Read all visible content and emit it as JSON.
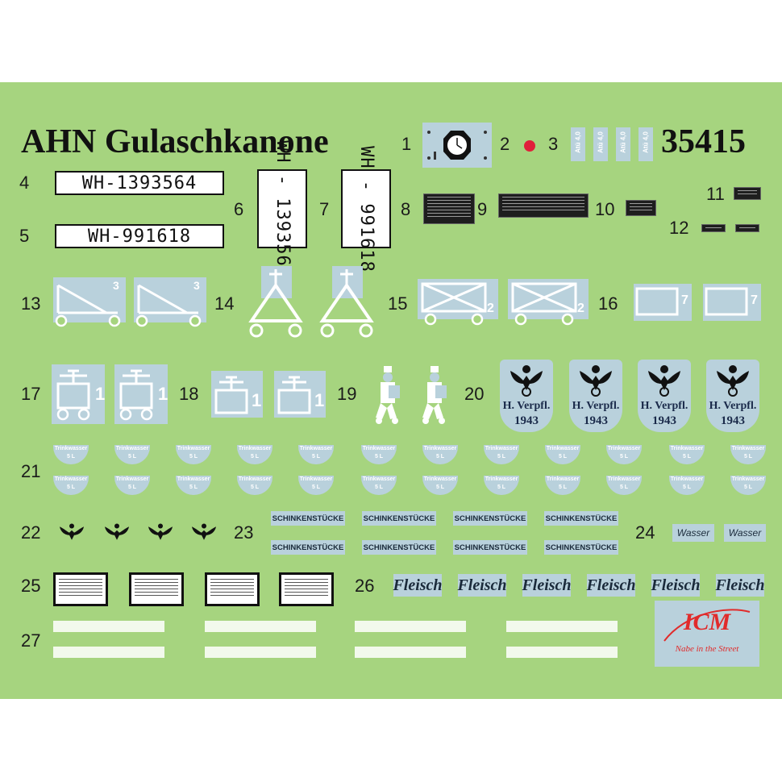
{
  "title": "AHN Gulaschkanone",
  "code": "35415",
  "labels": [
    "1",
    "2",
    "3",
    "4",
    "5",
    "6",
    "7",
    "8",
    "9",
    "10",
    "11",
    "12",
    "13",
    "14",
    "15",
    "16",
    "17",
    "18",
    "19",
    "20",
    "21",
    "22",
    "23",
    "24",
    "25",
    "26",
    "27"
  ],
  "plates": {
    "p4": "WH-1393564",
    "p5": "WH-991618",
    "p6": "WH - 1393564",
    "p7": "WH - 991618"
  },
  "atue": "Atü 4,0",
  "trink": {
    "line1": "Trinkwasser",
    "line2": "5 L"
  },
  "schinken": "SCHINKENSTÜCKE",
  "wasser": "Wasser",
  "fleisch": "Fleisch",
  "verpfl": {
    "line1": "H. Verpfl.",
    "line2": "1943"
  },
  "digits": {
    "d3": "3",
    "d2": "2",
    "d7": "7",
    "d1": "1"
  },
  "brand": {
    "name": "ICM",
    "slogan": "Nabe in the Street"
  },
  "colors": {
    "sheet": "#a6d47f",
    "pale_blue": "#b9d1dc",
    "dot_red": "#e0203a",
    "brand_red": "#e12b2b"
  }
}
